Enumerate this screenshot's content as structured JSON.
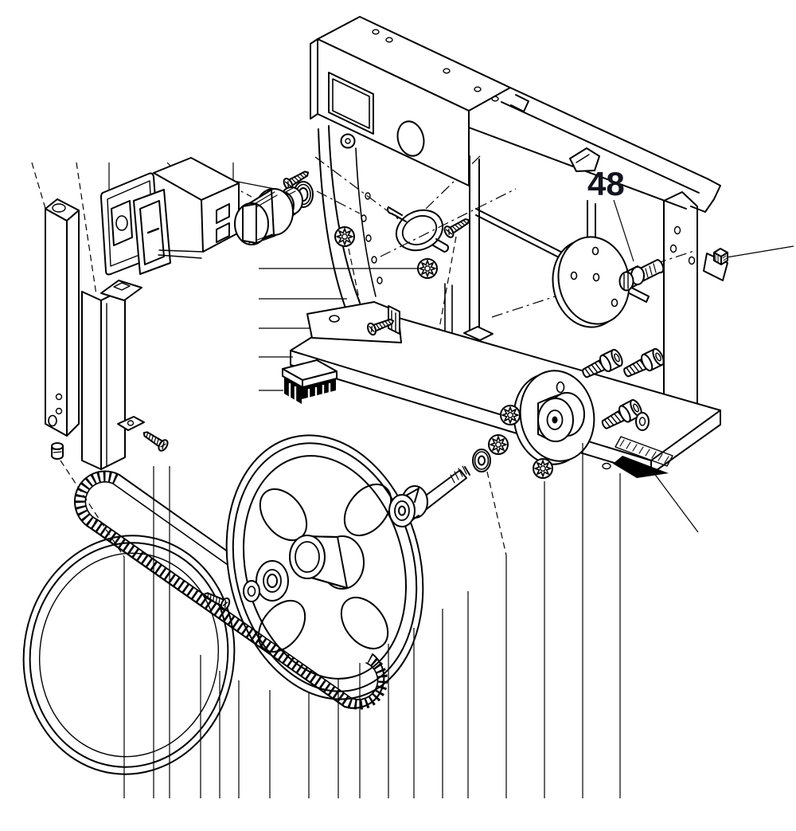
{
  "diagram": {
    "type": "exploded-parts-diagram",
    "colors": {
      "line": "#000000",
      "background": "#ffffff",
      "callout_text": "#14141f"
    },
    "callouts": [
      {
        "label": "48"
      }
    ],
    "parts": [
      "square-post",
      "set-screw",
      "angle-bracket",
      "bracket-screw",
      "rocker-switch",
      "lock-knob",
      "knurled-nut",
      "washer",
      "self-tapping-screw",
      "upper-housing",
      "frame-beam",
      "frame-arc",
      "pipe-clamp",
      "clamp-screw",
      "star-nut",
      "cleaning-brush",
      "blade-guard-plate",
      "guard-screw",
      "flange-disc",
      "hex-bolt",
      "square-nut",
      "socket-head-screw",
      "motor-flange",
      "flat-washer",
      "wheel-shaft",
      "shaft-bearing",
      "band-wheel",
      "hub-bearing",
      "hub-washer",
      "hub-screw",
      "drive-belt",
      "tire",
      "frame-base"
    ]
  }
}
